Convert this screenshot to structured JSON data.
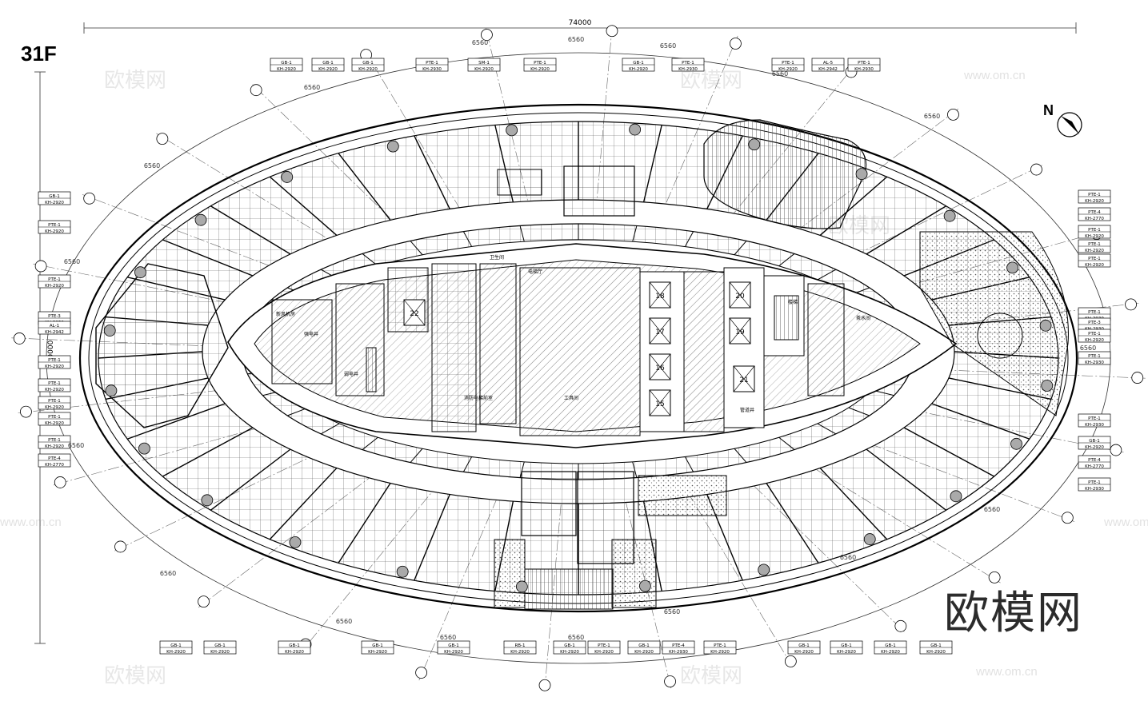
{
  "floor": {
    "label": "31F"
  },
  "north": {
    "label": "N"
  },
  "dimensions": {
    "width": "74000",
    "height": "40000",
    "bay": "6560"
  },
  "watermark": {
    "brand": "欧模网",
    "url": "www.om.cn"
  },
  "tags": {
    "top": [
      {
        "code": "GB-1",
        "sub": "KH-2920"
      },
      {
        "code": "GB-1",
        "sub": "KH-2920"
      },
      {
        "code": "GB-1",
        "sub": "KH-2920"
      },
      {
        "code": "PTE-1",
        "sub": "KH-2930"
      },
      {
        "code": "SM-1",
        "sub": "KH-2920"
      },
      {
        "code": "PTE-1",
        "sub": "KH-2920"
      },
      {
        "code": "GB-1",
        "sub": "KH-2920"
      },
      {
        "code": "PTE-1",
        "sub": "KH-2930"
      },
      {
        "code": "PTE-1",
        "sub": "KH-2920"
      },
      {
        "code": "AL-5",
        "sub": "KH-2942"
      },
      {
        "code": "PTE-1",
        "sub": "KH-2930"
      }
    ],
    "bottom": [
      {
        "code": "GB-1",
        "sub": "KH-2920"
      },
      {
        "code": "GB-1",
        "sub": "KH-2920"
      },
      {
        "code": "GB-1",
        "sub": "KH-2920"
      },
      {
        "code": "GB-1",
        "sub": "KH-2920"
      },
      {
        "code": "GB-1",
        "sub": "KH-2920"
      },
      {
        "code": "RB-1",
        "sub": "KH-2920"
      },
      {
        "code": "GB-1",
        "sub": "KH-2920"
      },
      {
        "code": "PTE-1",
        "sub": "KH-2920"
      },
      {
        "code": "GB-1",
        "sub": "KH-2920"
      },
      {
        "code": "PTE-4",
        "sub": "KH-2930"
      },
      {
        "code": "PTE-1",
        "sub": "KH-2920"
      },
      {
        "code": "GB-1",
        "sub": "KH-2920"
      },
      {
        "code": "GB-1",
        "sub": "KH-2920"
      },
      {
        "code": "GB-1",
        "sub": "KH-2920"
      },
      {
        "code": "GB-1",
        "sub": "KH-2920"
      }
    ],
    "left": [
      {
        "code": "GB-1",
        "sub": "KH-2920"
      },
      {
        "code": "PTE-1",
        "sub": "KH-2920"
      },
      {
        "code": "PTE-1",
        "sub": "KH-2920"
      },
      {
        "code": "PTE-3",
        "sub": "KH-2930"
      },
      {
        "code": "AL-1",
        "sub": "KH-2942"
      },
      {
        "code": "PTE-1",
        "sub": "KH-2920"
      },
      {
        "code": "PTE-1",
        "sub": "KH-2920"
      },
      {
        "code": "PTE-1",
        "sub": "KH-2920"
      },
      {
        "code": "PTE-1",
        "sub": "KH-2920"
      },
      {
        "code": "PTE-1",
        "sub": "KH-2920"
      },
      {
        "code": "PTE-4",
        "sub": "KH-2770"
      }
    ],
    "right": [
      {
        "code": "PTE-1",
        "sub": "KH-2920"
      },
      {
        "code": "PTE-4",
        "sub": "KH-2770"
      },
      {
        "code": "PTE-1",
        "sub": "KH-2920"
      },
      {
        "code": "PTE-1",
        "sub": "KH-2920"
      },
      {
        "code": "PTE-1",
        "sub": "KH-2920"
      },
      {
        "code": "PTE-1",
        "sub": "KH-2930"
      },
      {
        "code": "PTE-3",
        "sub": "KH-2930"
      },
      {
        "code": "PTE-1",
        "sub": "KH-2920"
      },
      {
        "code": "PTE-1",
        "sub": "KH-2930"
      },
      {
        "code": "PTE-1",
        "sub": "KH-2930"
      },
      {
        "code": "GB-1",
        "sub": "KH-2920"
      },
      {
        "code": "PTE-4",
        "sub": "KH-2770"
      },
      {
        "code": "PTE-1",
        "sub": "KH-2930"
      }
    ]
  },
  "elevators": [
    "18",
    "17",
    "16",
    "15",
    "20",
    "19",
    "21",
    "22"
  ],
  "rooms": [
    "卫生间",
    "电梯厅",
    "工具间",
    "新风机房",
    "强电井",
    "弱电井",
    "楼梯",
    "茶水间",
    "管道井",
    "消防电梯前室"
  ]
}
